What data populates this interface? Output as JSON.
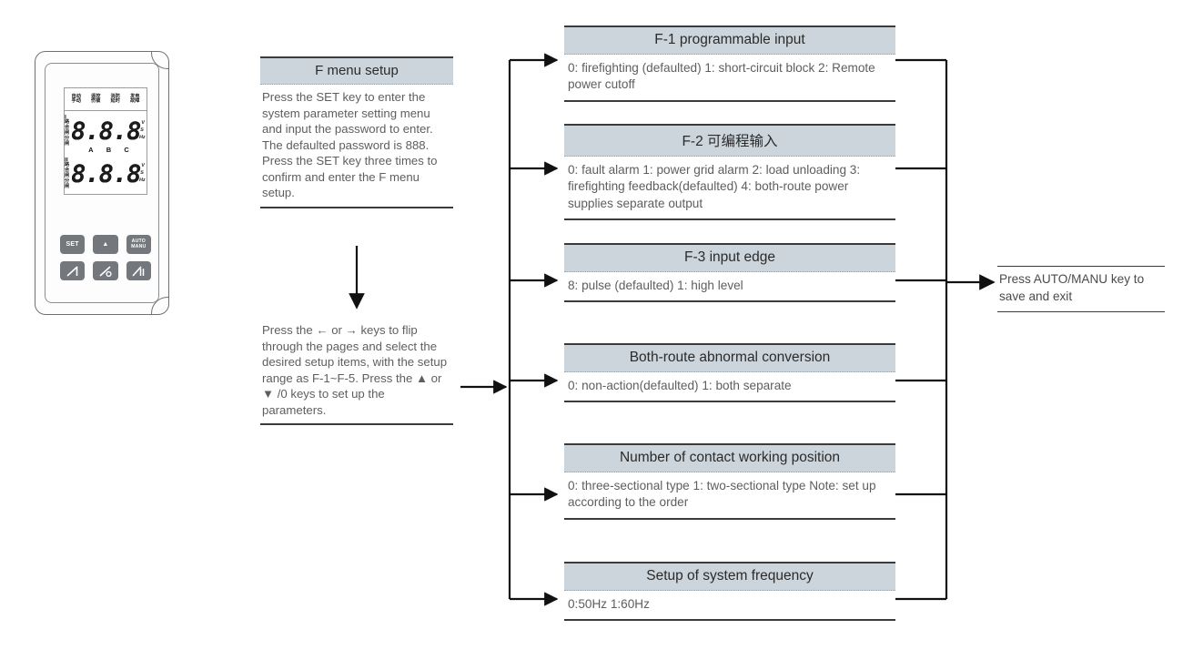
{
  "device": {
    "name": "ATS controller front panel",
    "lcd": {
      "status_indicators": [
        {
          "top": "自动",
          "bottom": "手动"
        },
        {
          "top": "遥控",
          "bottom": "伤锁"
        },
        {
          "top": "消防",
          "bottom": "延时"
        },
        {
          "top": "发电",
          "bottom": "故障"
        }
      ],
      "route1_label": {
        "l1": "I 路",
        "l2": "合闸",
        "l3": "分闸"
      },
      "route2_label": {
        "l1": "II 路",
        "l2": "合闸",
        "l3": "分闸"
      },
      "digits": "8.8.8",
      "units": [
        "V",
        "S",
        "Hz"
      ],
      "phase_labels": [
        "A",
        "B",
        "C"
      ]
    },
    "keys": [
      {
        "id": "set",
        "label": "SET"
      },
      {
        "id": "up",
        "label": "▲"
      },
      {
        "id": "auto-manu",
        "line1": "AUTO",
        "line2": "MANU"
      },
      {
        "id": "route1-switch",
        "label": ""
      },
      {
        "id": "route-off",
        "label": ""
      },
      {
        "id": "route2-switch",
        "label": ""
      }
    ]
  },
  "left_column": {
    "f_menu_setup": {
      "title": "F menu setup",
      "body": "Press the SET key to enter the system parameter setting menu and input the password to enter. The defaulted password is 888. Press the SET key three times to confirm and enter the F menu setup."
    },
    "nav_instructions": {
      "body": "Press the ← or → keys to flip through the pages and select the desired setup items, with the setup range as F-1~F-5. Press the ▲ or ▼ /0 keys to set up the parameters."
    }
  },
  "param_boxes": [
    {
      "id": "f-1-programmable-input",
      "title": "F-1 programmable input",
      "body": "0: firefighting (defaulted)  1: short-circuit block 2: Remote power cutoff"
    },
    {
      "id": "f-2-programmable-input-cn",
      "title": "F-2 可编程输入",
      "body": "0: fault alarm  1: power grid alarm 2: load unloading  3: firefighting feedback(defaulted)  4: both-route power supplies separate output"
    },
    {
      "id": "f-3-input-edge",
      "title": "F-3 input edge",
      "body": "8: pulse (defaulted)  1: high level"
    },
    {
      "id": "both-route-abnormal-conversion",
      "title": "Both-route abnormal conversion",
      "body": "0: non-action(defaulted) 1: both separate"
    },
    {
      "id": "number-of-contact-working-position",
      "title": "Number of contact working position",
      "body": "0: three-sectional type   1: two-sectional type Note: set up according to the order"
    },
    {
      "id": "setup-of-system-frequency",
      "title": "Setup of system frequency",
      "body": "0:50Hz 1:60Hz"
    }
  ],
  "save_exit_note": {
    "body": "Press AUTO/MANU key to save and exit"
  },
  "colors": {
    "header_fill": "#ccd5dc",
    "rule": "#3b3b3b",
    "body_text": "#5d5e60",
    "title_text": "#2b2b2b",
    "key_fill": "#74777c"
  }
}
